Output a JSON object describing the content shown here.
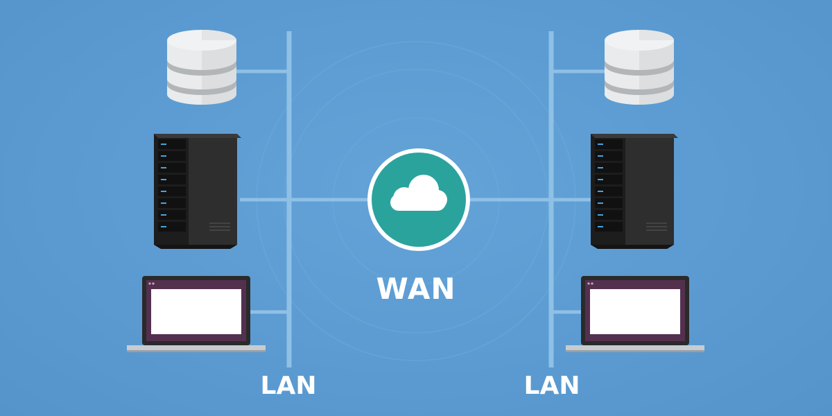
{
  "labels": {
    "wan": "WAN",
    "lan_left": "LAN",
    "lan_right": "LAN"
  },
  "colors": {
    "background": "#5b9bd1",
    "line": "#8fc0e6",
    "cloud_fill": "#2aa39d",
    "cloud_ring": "#ffffff",
    "server_body": "#262626",
    "laptop_bezel": "#2a2a2a",
    "laptop_titlebar": "#54304f",
    "laptop_base": "#c8ccd0"
  },
  "icons": {
    "cloud": "cloud-icon",
    "database": "database-icon",
    "server": "server-rack-icon",
    "laptop": "laptop-icon"
  }
}
